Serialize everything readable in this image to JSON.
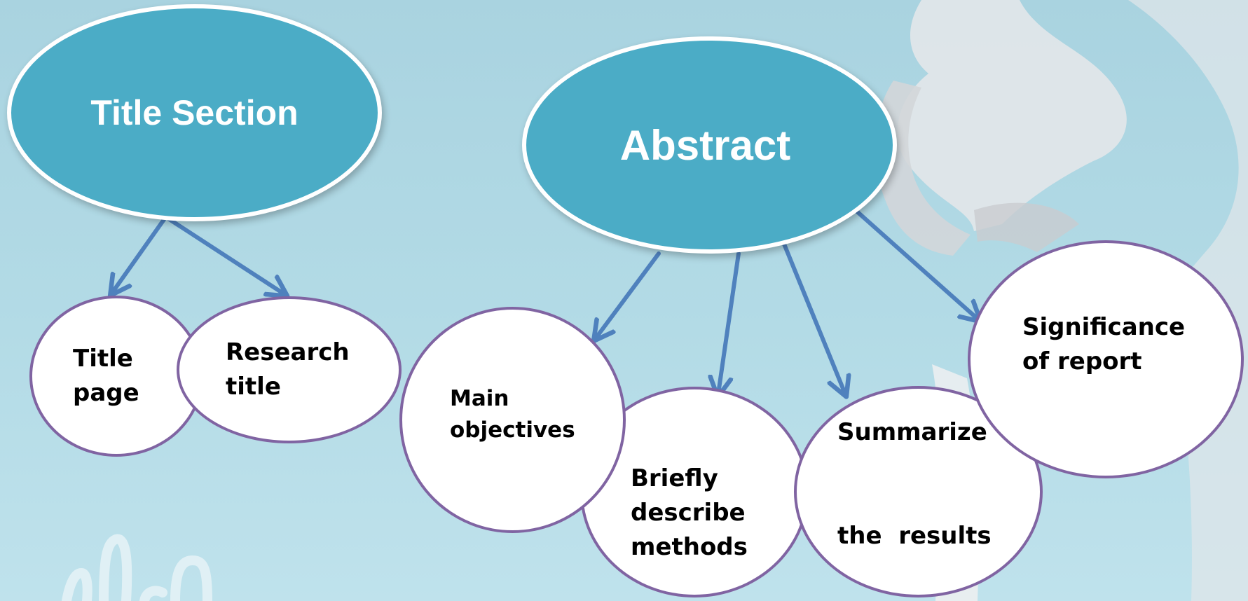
{
  "colors": {
    "background": "#acd6e2",
    "main_fill": "#4bacc6",
    "main_border": "#ffffff",
    "sub_fill": "#ffffff",
    "sub_border": "#8064a2",
    "arrow": "#4f81bd"
  },
  "main_nodes": {
    "title_section": {
      "label": "Title Section"
    },
    "abstract": {
      "label": "Abstract"
    }
  },
  "sub_nodes": {
    "title_page": {
      "lines": [
        "Title",
        "page"
      ]
    },
    "research_title": {
      "lines": [
        "Research",
        "title"
      ]
    },
    "main_objectives": {
      "lines": [
        "Main",
        "objectives"
      ]
    },
    "briefly_describe_methods": {
      "lines": [
        "Briefly",
        "describe",
        "methods"
      ]
    },
    "summarize_results": {
      "lines": [
        "Summarize",
        "the  results"
      ]
    },
    "significance_of_report": {
      "lines": [
        "Significance",
        "of report"
      ]
    }
  }
}
